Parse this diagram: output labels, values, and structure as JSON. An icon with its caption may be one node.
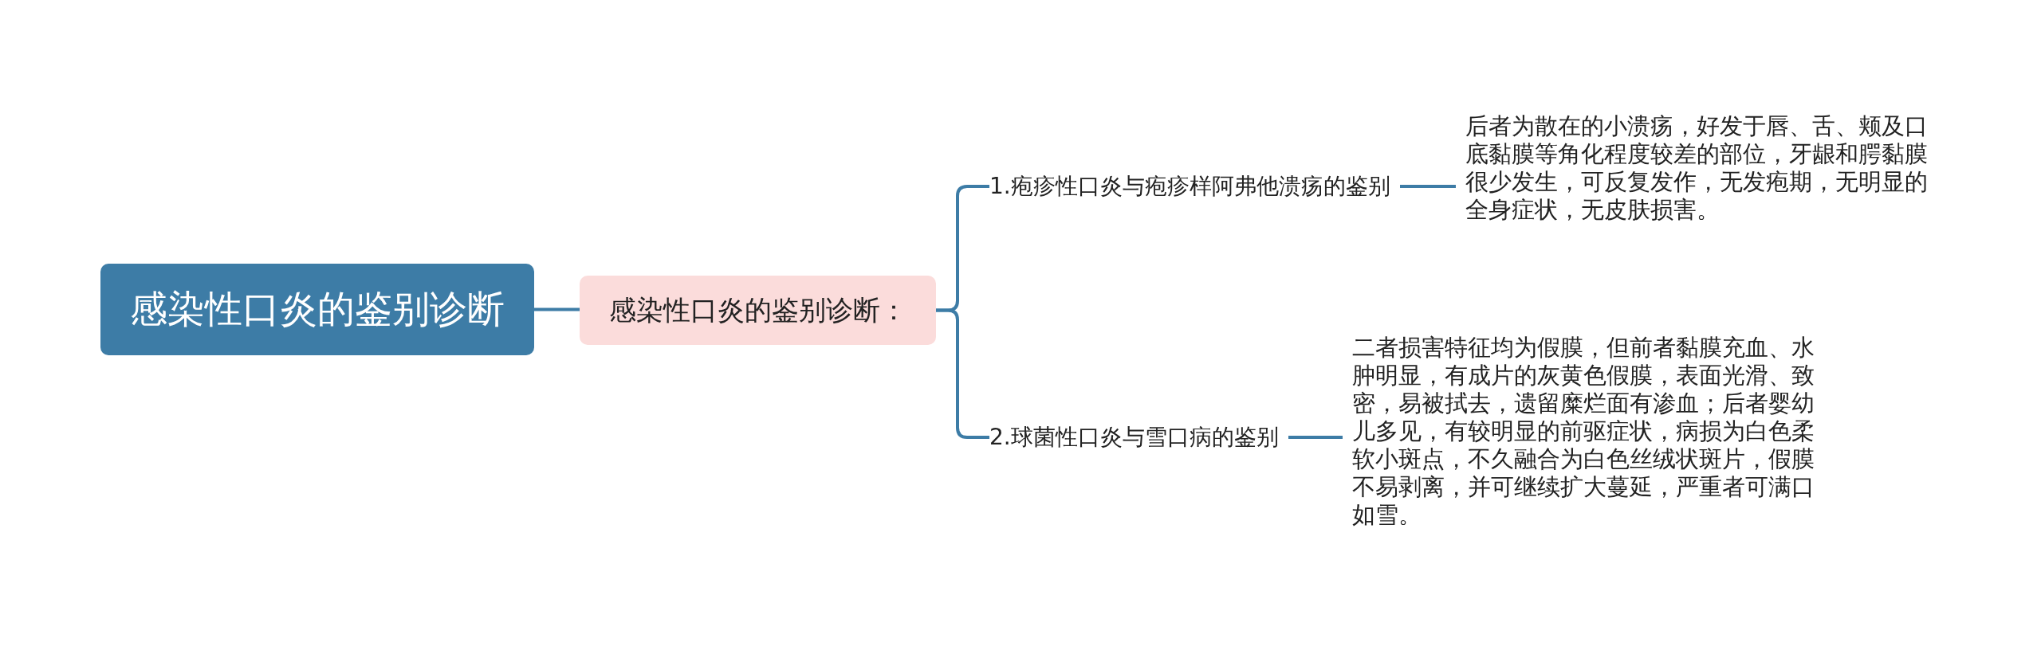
{
  "diagram": {
    "nodes": [
      {
        "text": [
          "感染性口炎的鉴别诊断"
        ]
      },
      {
        "text": [
          "感染性口炎的鉴别诊断："
        ]
      },
      {
        "text": [
          "1.疱疹性口炎与疱疹样阿弗他溃疡的鉴别"
        ]
      },
      {
        "text": [
          "2.球菌性口炎与雪口病的鉴别"
        ]
      },
      {
        "text": [
          "后者为散在的小溃疡，好发于唇、舌、颊及口底黏膜等角化程度较差的部位，牙龈和腭黏膜很少发生，可反复发作，无发疱期，无明显的全身症状，无皮肤损害。"
        ]
      },
      {
        "text": [
          "二者损害特征均为假膜，但前者黏膜充血、水肿明显，有成片的灰黄色假膜，表面光滑、致密，易被拭去，遗留糜烂面有渗血；后者婴幼儿多见，有较明显的前驱症状，病损为白色柔软小斑点，不久融合为白色丝绒状斑片，假膜不易剥离，并可继续扩大蔓延，严重者可满口如雪。"
        ]
      }
    ],
    "edges": [
      {
        "from": 0,
        "to": 1,
        "arrow": "none"
      },
      {
        "from": 1,
        "to": 2,
        "arrow": "none"
      },
      {
        "from": 1,
        "to": 3,
        "arrow": "none"
      },
      {
        "from": 2,
        "to": 4,
        "arrow": "none"
      },
      {
        "from": 3,
        "to": 5,
        "arrow": "none"
      }
    ]
  }
}
